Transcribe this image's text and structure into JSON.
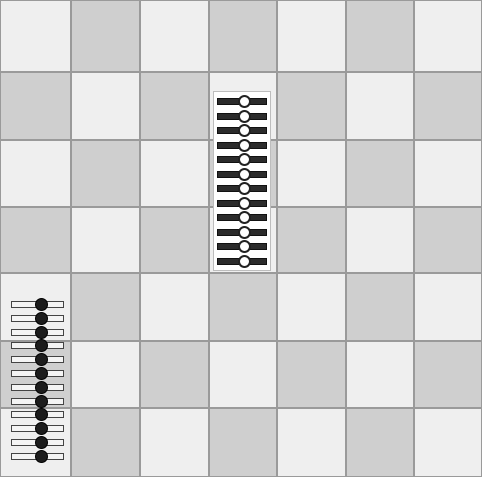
{
  "board": {
    "rows": 7,
    "cols": 7,
    "light_color": "#efefef",
    "dark_color": "#cfcfcf",
    "line_color": "#9a9a9a"
  },
  "stacks": [
    {
      "name": "white-stack",
      "color": "white",
      "count": 12,
      "row": 1,
      "col": 3
    },
    {
      "name": "black-stack",
      "color": "black",
      "count": 12,
      "row": 4,
      "col": 0
    }
  ]
}
